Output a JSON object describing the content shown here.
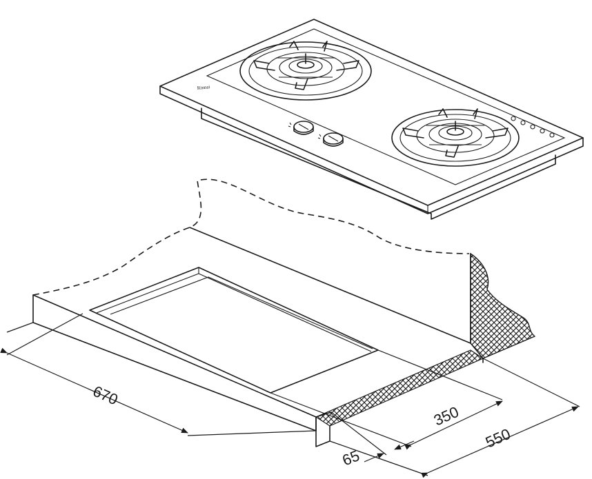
{
  "hob": {
    "brand_text": "Rinnai",
    "burners": [
      "left-burner",
      "right-burner"
    ],
    "knobs": [
      "left-knob",
      "right-knob"
    ],
    "indicator_lights": 5
  },
  "dimensions": {
    "width_outer": "670",
    "depth_cutout": "350",
    "depth_outer": "550",
    "offset": "65"
  }
}
